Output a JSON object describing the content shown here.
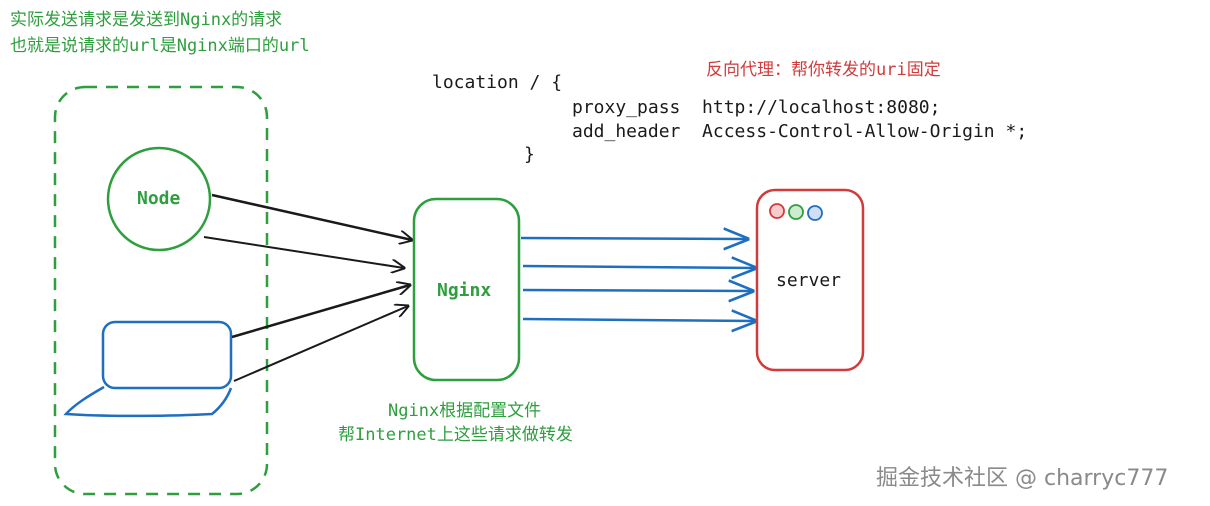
{
  "notes": {
    "top_left_line1": "实际发送请求是发送到Nginx的请求",
    "top_left_line2": "也就是说请求的url是Nginx端口的url",
    "reverse_proxy": "反向代理：帮你转发的uri固定",
    "nginx_caption_line1": "Nginx根据配置文件",
    "nginx_caption_line2": "帮Internet上这些请求做转发"
  },
  "config": {
    "line1": "location / {",
    "line2": "proxy_pass  http://localhost:8080;",
    "line3": "add_header  Access-Control-Allow-Origin *;",
    "line4": "}"
  },
  "nodes": {
    "node": "Node",
    "nginx": "Nginx",
    "server": "server"
  },
  "watermark": "掘金技术社区 @ charryc777",
  "colors": {
    "green": "#2e9e3e",
    "blue": "#1f6fc1",
    "red": "#d23b3b",
    "black": "#1a1a1a"
  }
}
